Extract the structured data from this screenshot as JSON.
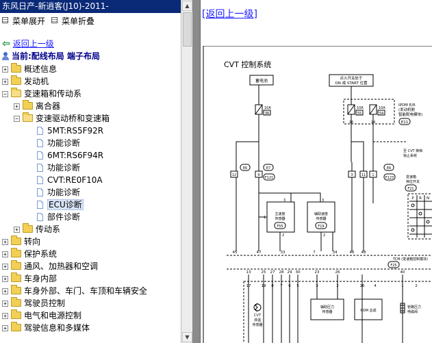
{
  "left_panel": {
    "title": "东风日产-新逍客(J10)-2011-",
    "expand_label": "菜单展开",
    "collapse_label": "菜单折叠",
    "back_label": "返回上一级",
    "current_label": "当前:配线布局 端子布局",
    "tree": [
      {
        "label": "概述信息",
        "toggle": "+"
      },
      {
        "label": "发动机",
        "toggle": "+"
      },
      {
        "label": "变速箱和传动系",
        "toggle": "−"
      },
      {
        "label": "离合器",
        "toggle": "+"
      },
      {
        "label": "变速驱动桥和变速箱",
        "toggle": "−"
      },
      {
        "label": "5MT:RS5F92R"
      },
      {
        "label": "功能诊断"
      },
      {
        "label": "6MT:RS6F94R"
      },
      {
        "label": "功能诊断"
      },
      {
        "label": "CVT:RE0F10A"
      },
      {
        "label": "功能诊断"
      },
      {
        "label": "ECU诊断",
        "selected": true
      },
      {
        "label": "部件诊断"
      },
      {
        "label": "传动系",
        "toggle": "+"
      },
      {
        "label": "转向",
        "toggle": "+"
      },
      {
        "label": "保护系统",
        "toggle": "+"
      },
      {
        "label": "通风、加热器和空调",
        "toggle": "+"
      },
      {
        "label": "车身内部",
        "toggle": "+"
      },
      {
        "label": "车身外部、车门、车顶和车辆安全",
        "toggle": "+"
      },
      {
        "label": "驾驶员控制",
        "toggle": "+"
      },
      {
        "label": "电气和电源控制",
        "toggle": "+"
      },
      {
        "label": "驾驶信息和多媒体",
        "toggle": "+"
      }
    ]
  },
  "right_panel": {
    "back_label": "[返回上一级]"
  },
  "diagram": {
    "title": "CVT 控制系统",
    "battery_label": "蓄电池",
    "ignition_label_1": "点火开关处于",
    "ignition_label_2": "ON 或 START 位置",
    "ipdm_label_1": "IPDM E/R",
    "ipdm_label_2": "(发动机舱",
    "ipdm_label_3": "智能配电模块)",
    "ipdm_conn": "E11",
    "fuse_a": "10A",
    "fuse_a_no": "36",
    "fuse_b": "10A",
    "fuse_b_no": "55",
    "fuse_c": "10A",
    "fuse_c_no": "54",
    "pin_16": "16",
    "pin_14": "14",
    "cvt_inhibit_1": "至 CVT 换档",
    "cvt_inhibit_2": "锁止系统",
    "range_sw_1": "变速箱",
    "range_sw_2": "档位开关",
    "range_sw_conn": "F21",
    "range_cols": [
      "P",
      "R",
      "N"
    ],
    "conn_e6_left": "E6",
    "conn_e7": "E7",
    "conn_f121": "F121",
    "conn_e6_right": "E6",
    "conn_f123": "F123",
    "pin_12": "12",
    "pin_9": "9",
    "pin_3a": "3",
    "pin_11": "11",
    "pin_1": "1",
    "primary_sensor_1": "主速度",
    "primary_sensor_2": "传感器",
    "primary_sensor_conn": "F55",
    "secondary_sensor_1": "辅助速度",
    "secondary_sensor_2": "传感器",
    "secondary_sensor_conn": "F19",
    "sensor_pin_3a": "3",
    "sensor_pin_3b": "3",
    "sensor_pin_1": "1",
    "sensor_pin_2a": "2",
    "sensor_pin_2b": "2",
    "tcm_pins_top": [
      "45",
      "47",
      "33",
      "7",
      "34",
      "46",
      "48"
    ],
    "tcm_label": "TCM (变速箱控制模块)",
    "tcm_conn": "F25",
    "tcm_pins_bottom": [
      "13",
      "25",
      "27",
      "28",
      "29",
      "30",
      "23",
      "26",
      "40"
    ],
    "sub_pins": [
      "17",
      "19",
      "8",
      "7",
      "6",
      "5",
      "3",
      "2",
      "16",
      "4",
      "1",
      "2"
    ],
    "cvt_fluid_1": "CVT",
    "cvt_fluid_2": "液温",
    "cvt_fluid_3": "传感器",
    "sec_pressure_1": "辅助压力",
    "sec_pressure_2": "传感器",
    "rom_label": "ROM 总成",
    "line_pressure_1": "管路压力",
    "line_pressure_2": "电磁阀"
  }
}
